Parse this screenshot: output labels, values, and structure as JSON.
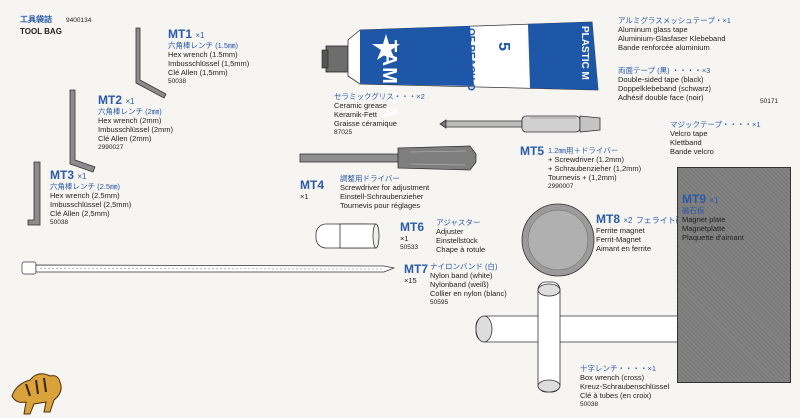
{
  "header": {
    "jp": "工具袋詰",
    "code": "9400134",
    "en": "TOOL BAG"
  },
  "mt1": {
    "label": "MT1",
    "qty": "×1",
    "jp": "六角棒レンチ (1.5㎜)",
    "lines": [
      "Hex wrench (1.5mm)",
      "Imbusschlüssel (1,5mm)",
      "Clé Allen (1,5mm)"
    ],
    "code": "50038"
  },
  "mt2": {
    "label": "MT2",
    "qty": "×1",
    "jp": "六角棒レンチ (2㎜)",
    "lines": [
      "Hex wrench (2mm)",
      "Imbusschlüssel (2mm)",
      "Clé Allen (2mm)"
    ],
    "code": "2990027"
  },
  "mt3": {
    "label": "MT3",
    "qty": "×1",
    "jp": "六角棒レンチ (2.5㎜)",
    "lines": [
      "Hex wrench (2.5mm)",
      "Imbusschlüssel (2,5mm)",
      "Clé Allen (2,5mm)"
    ],
    "code": "50038"
  },
  "grease": {
    "jp": "セラミックグリス・・・×2",
    "lines": [
      "Ceramic grease",
      "Keramik-Fett",
      "Graisse céramique"
    ],
    "code": "87025"
  },
  "tube": {
    "brand": "TAMIYA",
    "text1": "OF REACH O",
    "text2": "PLASTIC M",
    "num": "5"
  },
  "tape1": {
    "jp": "アルミグラスメッシュテープ・×1",
    "lines": [
      "Aluminum glass tape",
      "Aluminium-Glasfaser Klebeband",
      "Bande renforcée aluminium"
    ]
  },
  "tape2": {
    "jp": "両面テープ (黒) ・・・・×3",
    "lines": [
      "Double-sided tape (black)",
      "Doppelklebeband (schwarz)",
      "Adhésif double face (noir)"
    ],
    "code": "50171"
  },
  "tape3": {
    "jp": "マジックテープ・・・・×1",
    "lines": [
      "Velcro tape",
      "Klettband",
      "Bande velcro"
    ]
  },
  "mt4": {
    "label": "MT4",
    "qty": "×1",
    "jp": "調整用ドライバー",
    "lines": [
      "Screwdriver for adjustment",
      "Einstell-Schraubenzieher",
      "Tournevis pour réglages"
    ]
  },
  "mt5": {
    "label": "MT5",
    "jp": "1.2㎜用＋ドライバー",
    "lines": [
      "+ Screwdriver (1.2mm)",
      "+ Schraubenzieher (1,2mm)",
      "Tournevis + (1,2mm)"
    ],
    "code": "2990007"
  },
  "mt6": {
    "label": "MT6",
    "qty": "×1",
    "code": "50533",
    "jp": "アジャスター",
    "lines": [
      "Adjuster",
      "Einstellstück",
      "Chape à rotule"
    ]
  },
  "mt7": {
    "label": "MT7",
    "qty": "×15",
    "jp": "ナイロンバンド (白)",
    "lines": [
      "Nylon band (white)",
      "Nylonband (weiß)",
      "Collier en nylon (blanc)"
    ],
    "code": "50595"
  },
  "mt8": {
    "label": "MT8",
    "qty": "×2",
    "jp": "フェライト磁石",
    "lines": [
      "Ferrite magnet",
      "Ferrit-Magnet",
      "Aimant en ferrite"
    ]
  },
  "mt9": {
    "label": "MT9",
    "qty": "×1",
    "jp": "磁石板",
    "lines": [
      "Magnet plate",
      "Magnetplatte",
      "Plaquette d'aimant"
    ]
  },
  "cross": {
    "jp": "十字レンチ・・・・×1",
    "lines": [
      "Box wrench (cross)",
      "Kreuz-Schraubenschlüssel",
      "Clé à tubes (en croix)"
    ],
    "code": "50038"
  }
}
